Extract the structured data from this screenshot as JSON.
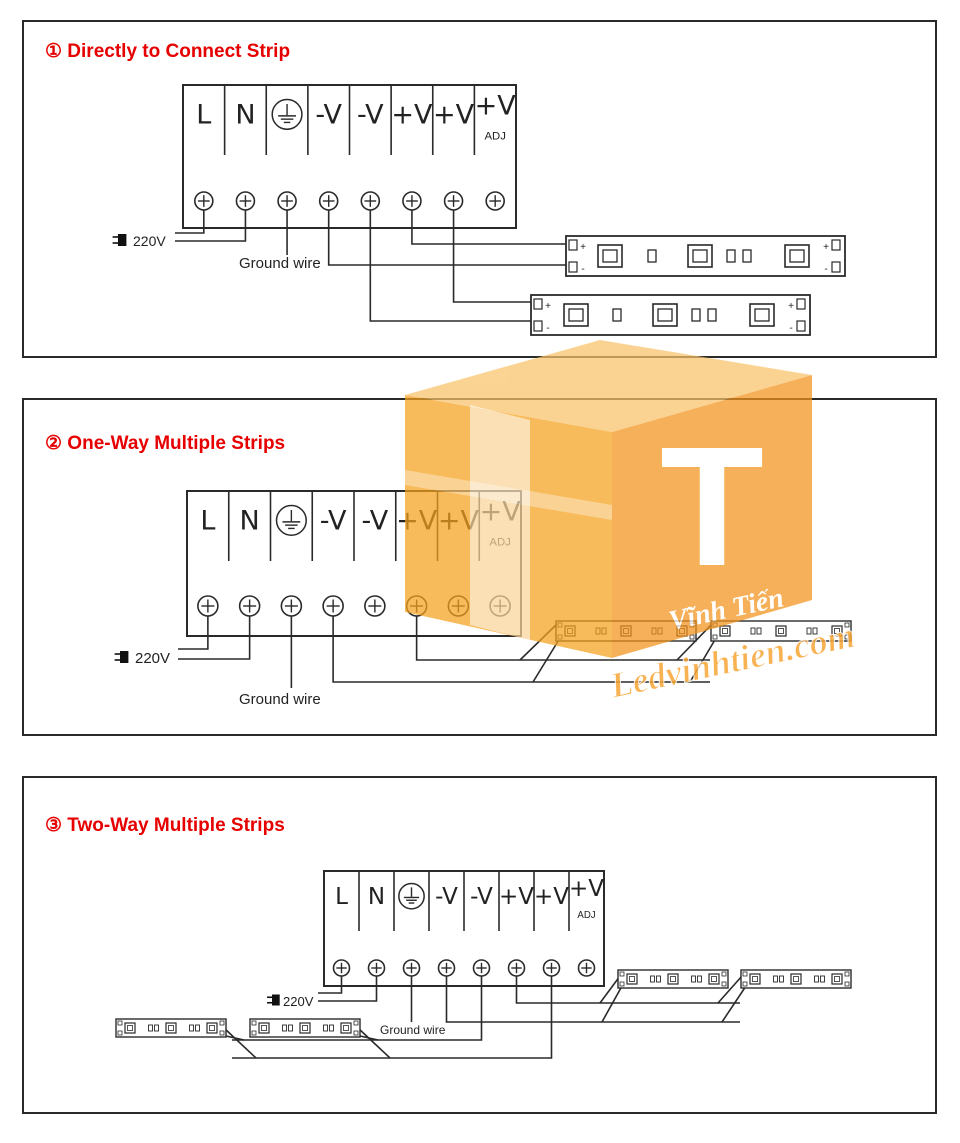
{
  "colors": {
    "title": "#e60000",
    "line": "#2a2a2a",
    "watermark": "#f6a21e"
  },
  "sections": [
    {
      "title": "① Directly to Connect Strip"
    },
    {
      "title": "② One-Way Multiple Strips"
    },
    {
      "title": "③ Two-Way Multiple Strips"
    }
  ],
  "terminals": [
    "L",
    "N",
    "⏚",
    "-V",
    "-V",
    "+V",
    "+V",
    "+V"
  ],
  "adj_label": "ADJ",
  "input_voltage": "220V",
  "ground_label": "Ground wire",
  "strip_plus": "+",
  "strip_minus": "-",
  "watermark": {
    "brand": "Vĩnh Tiến",
    "site": "Ledvinhtien.com",
    "letter": "T",
    "icon": "vt-logo-cube"
  }
}
